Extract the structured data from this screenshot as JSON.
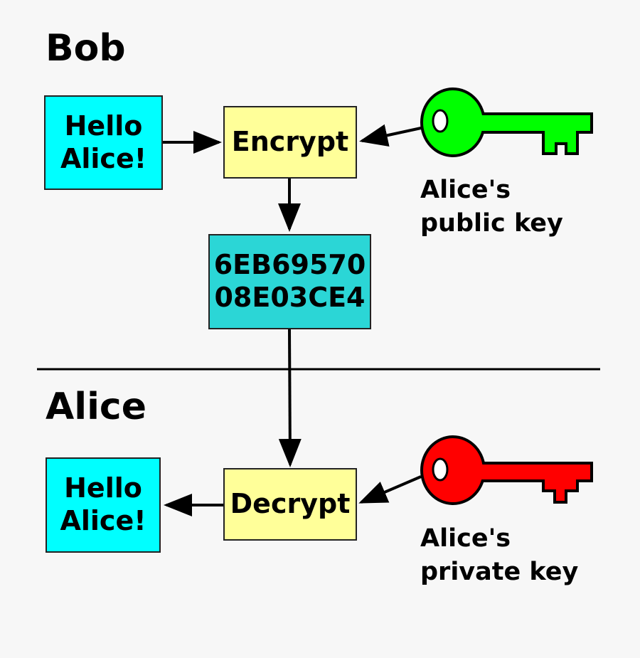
{
  "sections": {
    "bob_title": "Bob",
    "alice_title": "Alice"
  },
  "bob": {
    "message_line1": "Hello",
    "message_line2": "Alice!",
    "encrypt_label": "Encrypt",
    "public_key_line1": "Alice's",
    "public_key_line2": "public key"
  },
  "ciphertext": {
    "line1": "6EB69570",
    "line2": "08E03CE4"
  },
  "alice": {
    "decrypt_label": "Decrypt",
    "message_line1": "Hello",
    "message_line2": "Alice!",
    "private_key_line1": "Alice's",
    "private_key_line2": "private key"
  },
  "colors": {
    "background": "#f7f7f7",
    "message_box": "#00ffff",
    "operation_box": "#ffff99",
    "ciphertext_box": "#2bd6d6",
    "public_key": "#00ff00",
    "private_key": "#ff0000"
  },
  "icons": {
    "public_key": "key-icon",
    "private_key": "key-icon"
  }
}
